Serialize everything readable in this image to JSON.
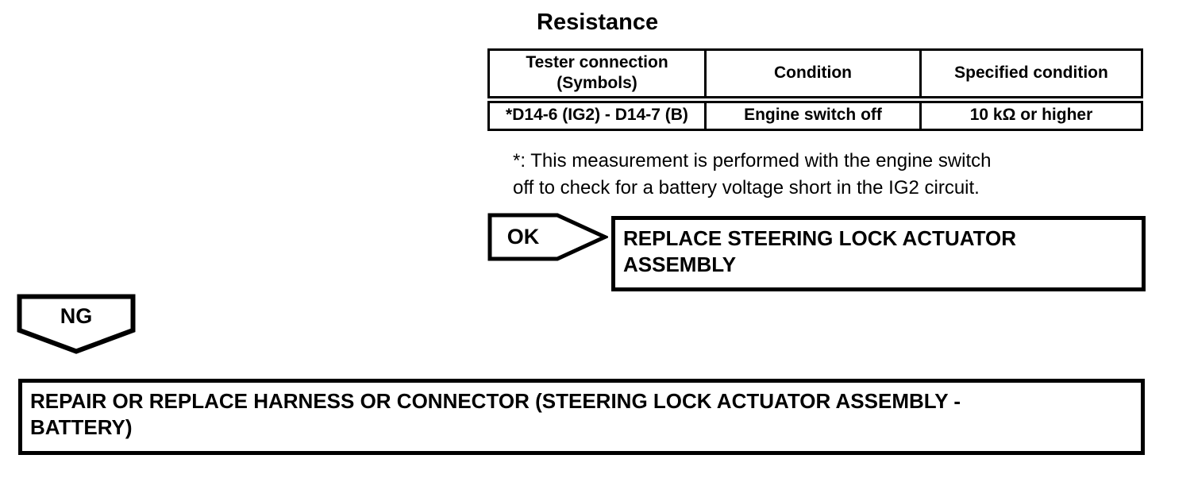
{
  "title": "Resistance",
  "table": {
    "headers": [
      "Tester connection (Symbols)",
      "Condition",
      "Specified condition"
    ],
    "row": [
      "*D14-6 (IG2) - D14-7 (B)",
      "Engine switch off",
      "10 kΩ or higher"
    ]
  },
  "footnote": {
    "lines": [
      "*: This measurement is performed with the engine switch",
      "off to check for a battery voltage short in the IG2 circuit."
    ]
  },
  "flow": {
    "ok": {
      "label": "OK",
      "result_lines": [
        "REPLACE STEERING LOCK ACTUATOR",
        "ASSEMBLY"
      ]
    },
    "ng": {
      "label": "NG",
      "result_lines": [
        "REPAIR OR REPLACE HARNESS OR CONNECTOR (STEERING LOCK ACTUATOR ASSEMBLY -",
        "BATTERY)"
      ]
    }
  },
  "colors": {
    "ink": "#000000",
    "paper": "#ffffff"
  }
}
